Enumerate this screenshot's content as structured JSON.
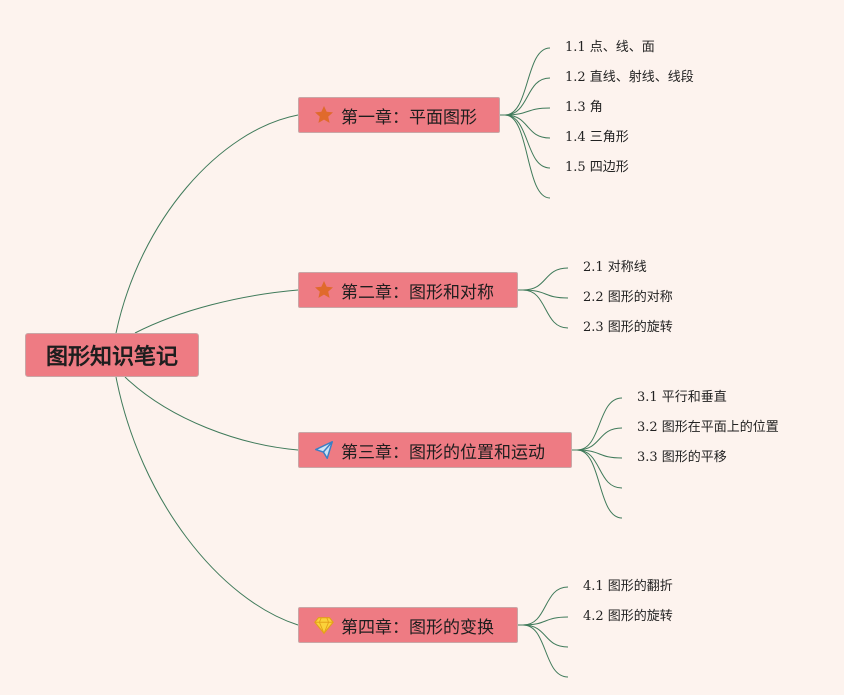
{
  "root": {
    "label": "图形知识笔记"
  },
  "colors": {
    "node_fill": "#ee7b83",
    "edge": "#3f7a5a",
    "background": "#fdf3ee"
  },
  "chapters": [
    {
      "label": "第一章：平面图形",
      "icon": "star-icon",
      "items": [
        "1.1 点、线、面",
        "1.2 直线、射线、线段",
        "1.3 角",
        "1.4 三角形",
        "1.5 四边形",
        ""
      ]
    },
    {
      "label": "第二章：图形和对称",
      "icon": "star-icon",
      "items": [
        "2.1 对称线",
        "2.2 图形的对称",
        "2.3 图形的旋转"
      ]
    },
    {
      "label": "第三章：图形的位置和运动",
      "icon": "paper-plane-icon",
      "items": [
        "3.1 平行和垂直",
        "3.2 图形在平面上的位置",
        "3.3 图形的平移",
        "",
        ""
      ]
    },
    {
      "label": "第四章：图形的变换",
      "icon": "diamond-icon",
      "items": [
        "4.1 图形的翻折",
        "4.2 图形的旋转",
        "",
        ""
      ]
    }
  ]
}
